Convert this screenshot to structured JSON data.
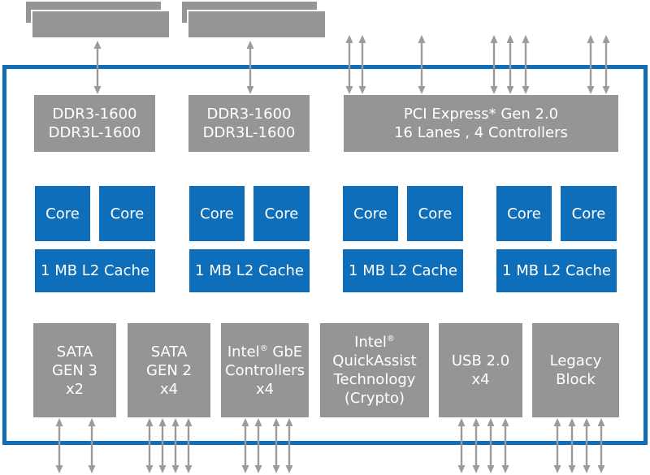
{
  "colors": {
    "blue": "#0f6eb9",
    "gray": "#959595",
    "arrow": "#9b9b9b",
    "text": "#ffffff"
  },
  "memory_controllers": [
    {
      "line1": "DDR3-1600",
      "line2": "DDR3L-1600"
    },
    {
      "line1": "DDR3-1600",
      "line2": "DDR3L-1600"
    }
  ],
  "pcie": {
    "line1": "PCI Express* Gen 2.0",
    "line2": "16 Lanes , 4 Controllers"
  },
  "modules": [
    {
      "core_a": "Core",
      "core_b": "Core",
      "cache": "1 MB L2 Cache"
    },
    {
      "core_a": "Core",
      "core_b": "Core",
      "cache": "1 MB L2 Cache"
    },
    {
      "core_a": "Core",
      "core_b": "Core",
      "cache": "1 MB L2 Cache"
    },
    {
      "core_a": "Core",
      "core_b": "Core",
      "cache": "1 MB L2 Cache"
    }
  ],
  "io": {
    "sata3": {
      "line1": "SATA",
      "line2": "GEN 3",
      "line3": "x2"
    },
    "sata2": {
      "line1": "SATA",
      "line2": "GEN 2",
      "line3": "x4"
    },
    "gbe": {
      "line1a": "Intel",
      "line1b": " GbE",
      "sup": "®",
      "line2": "Controllers",
      "line3": "x4"
    },
    "qat": {
      "line1a": "Intel",
      "sup": "®",
      "line2": "QuickAssist",
      "line3": "Technology",
      "line4": "(Crypto)"
    },
    "usb": {
      "line1": "USB 2.0",
      "line2": "x4"
    },
    "legacy": {
      "line1": "Legacy",
      "line2": "Block"
    }
  }
}
